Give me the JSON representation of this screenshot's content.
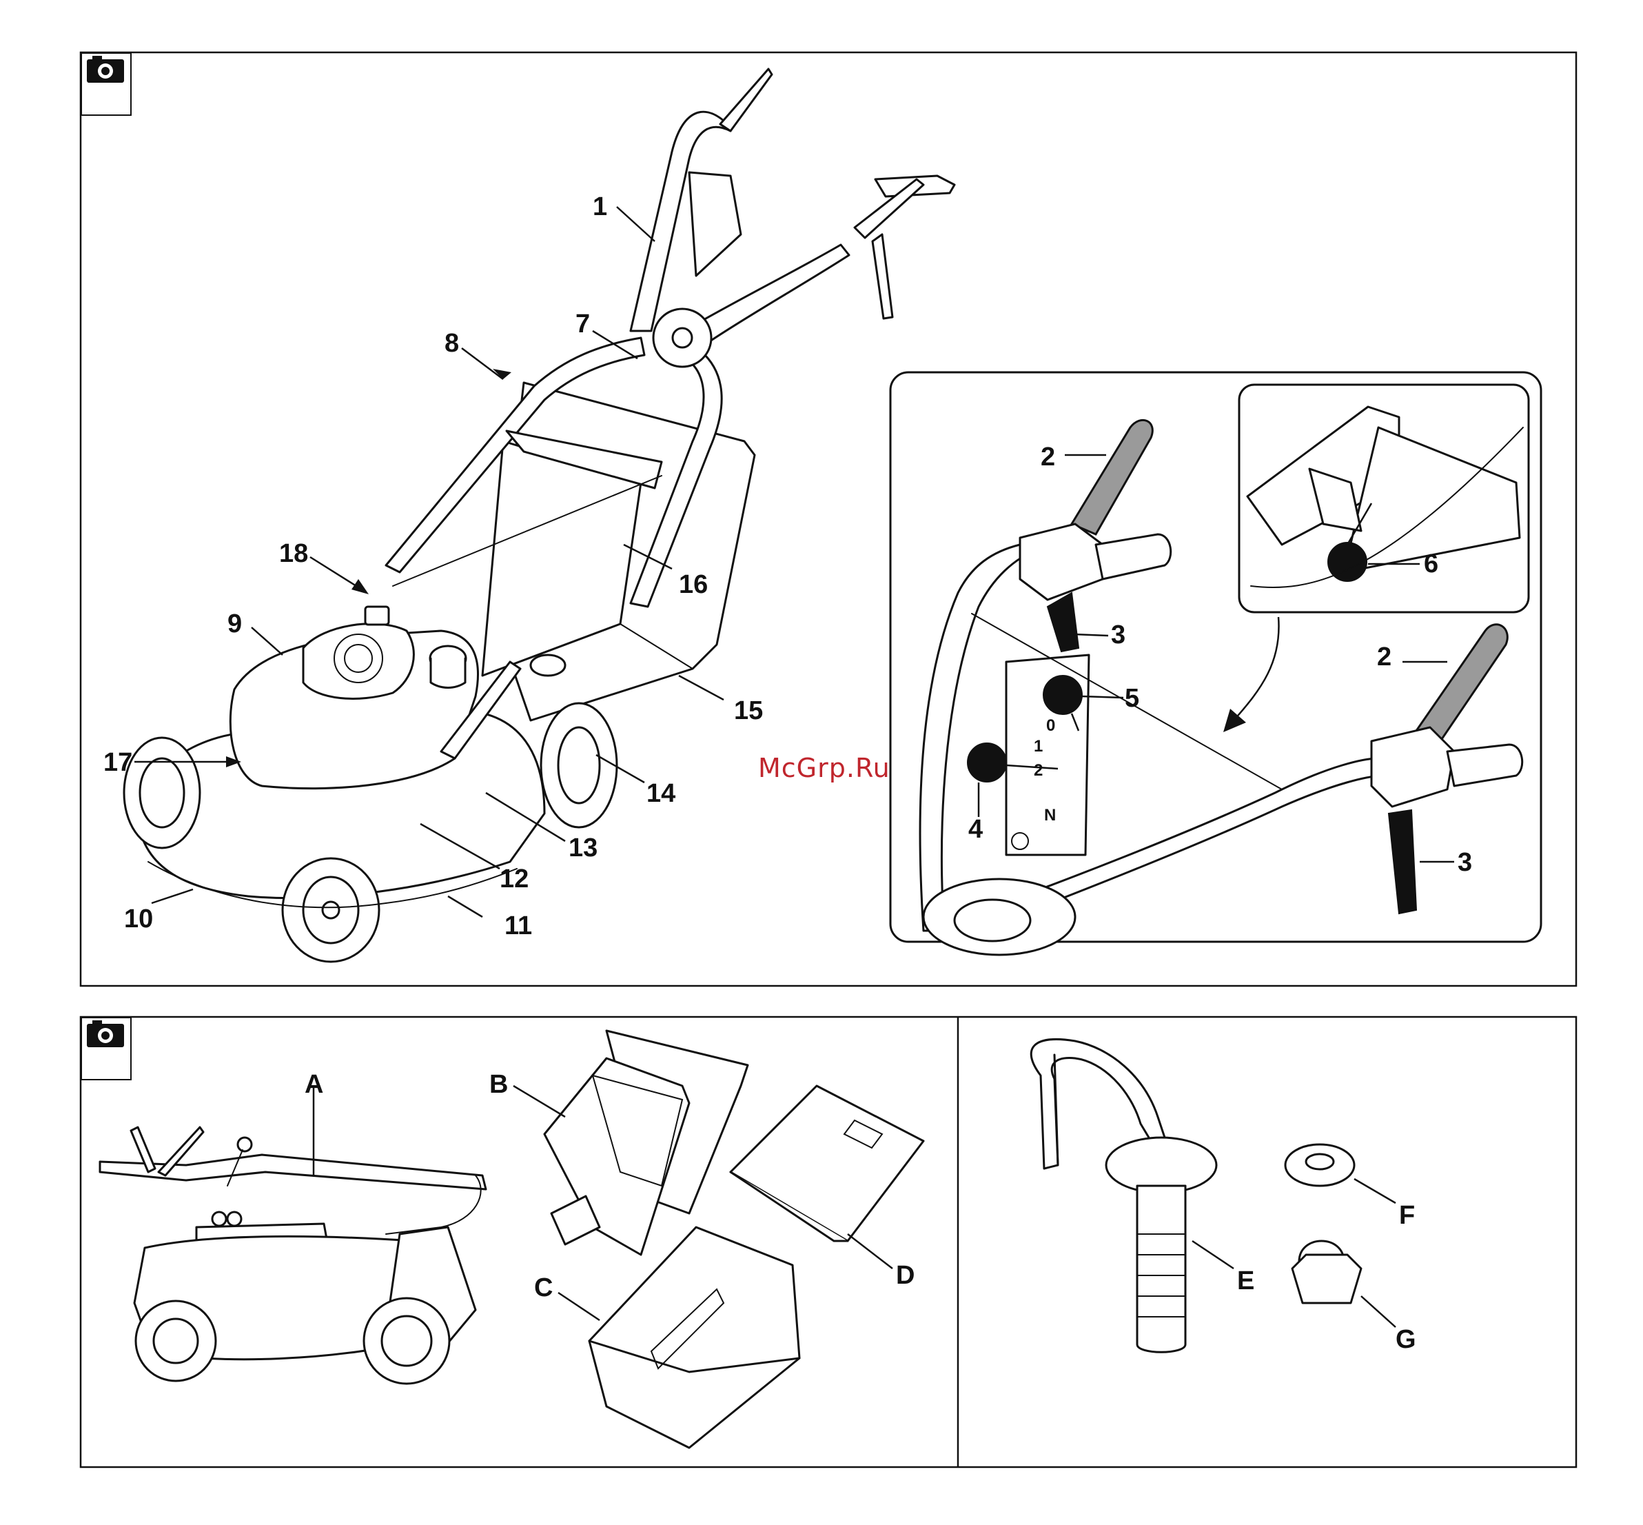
{
  "watermark": "McGrp.Ru",
  "icons": [
    "camera-icon",
    "camera-icon"
  ],
  "figure1": {
    "callouts": [
      "1",
      "2",
      "3",
      "4",
      "5",
      "6",
      "7",
      "8",
      "9",
      "10",
      "11",
      "12",
      "13",
      "14",
      "15",
      "16",
      "17",
      "18",
      "2",
      "3"
    ]
  },
  "figure2": {
    "callouts": [
      "A",
      "B",
      "C",
      "D",
      "E",
      "F",
      "G"
    ]
  },
  "shifter_marks": [
    "0",
    "1",
    "2",
    "N"
  ]
}
